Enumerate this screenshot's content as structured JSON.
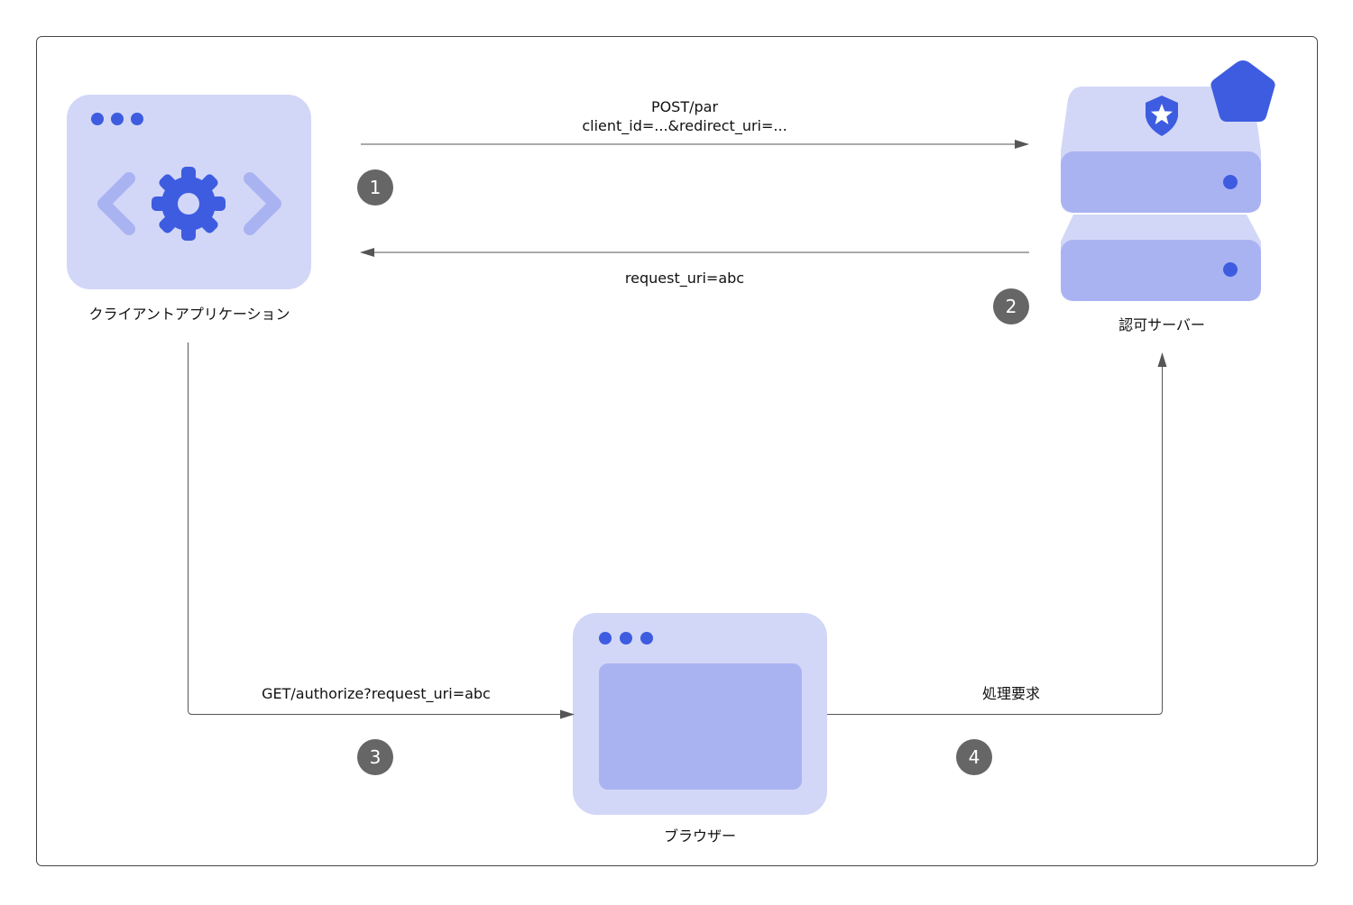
{
  "colors": {
    "panel": "#d2d7f7",
    "panel_inner": "#aab3f2",
    "accent": "#3d5ce0",
    "line": "#555555",
    "badge": "#666666"
  },
  "nodes": {
    "client": {
      "label": "クライアントアプリケーション",
      "icon": "app-window-gear-icon"
    },
    "auth_server": {
      "label": "認可サーバー",
      "icon": "server-stack-icon"
    },
    "browser": {
      "label": "ブラウザー",
      "icon": "browser-window-icon"
    }
  },
  "edges": [
    {
      "step": "1",
      "label_lines": [
        "POST/par",
        "client_id=...&redirect_uri=..."
      ]
    },
    {
      "step": "2",
      "label_lines": [
        "request_uri=abc"
      ]
    },
    {
      "step": "3",
      "label_lines": [
        "GET/authorize?request_uri=abc"
      ]
    },
    {
      "step": "4",
      "label_lines": [
        "処理要求"
      ]
    }
  ]
}
